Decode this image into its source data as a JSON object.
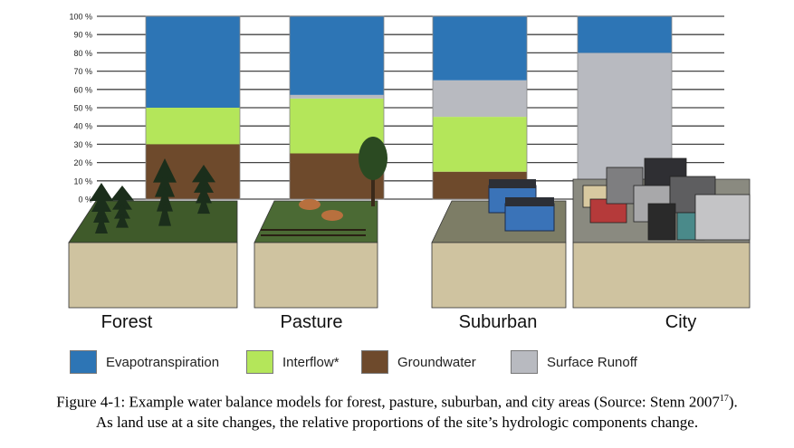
{
  "chart_data": {
    "type": "bar",
    "stacked": true,
    "categories": [
      "Forest",
      "Pasture",
      "Suburban",
      "City"
    ],
    "series": [
      {
        "name": "Groundwater",
        "color": "#6e4a2c",
        "values": [
          30,
          25,
          15,
          0
        ]
      },
      {
        "name": "Interflow*",
        "color": "#b4e65a",
        "values": [
          20,
          30,
          30,
          0
        ]
      },
      {
        "name": "Surface Runoff",
        "color": "#b8bac0",
        "values": [
          0,
          2,
          20,
          80
        ]
      },
      {
        "name": "Evapotranspiration",
        "color": "#2d75b5",
        "values": [
          50,
          43,
          35,
          20
        ]
      }
    ],
    "ylim": [
      0,
      100
    ],
    "yticks": [
      "0 %",
      "10 %",
      "20 %",
      "30 %",
      "40 %",
      "50 %",
      "60 %",
      "70 %",
      "80 %",
      "90 %",
      "100 %"
    ],
    "grid": true,
    "legend_position": "bottom",
    "legend_order": [
      "Evapotranspiration",
      "Interflow*",
      "Groundwater",
      "Surface Runoff"
    ]
  },
  "caption": {
    "line1_main": "Figure 4-1:  Example water balance models for forest, pasture, suburban, and city areas (Source:  Stenn 2007",
    "line1_sup": "17",
    "line1_end": ").",
    "line2": "As land use at a site changes, the relative proportions of the site’s hydrologic components change."
  }
}
